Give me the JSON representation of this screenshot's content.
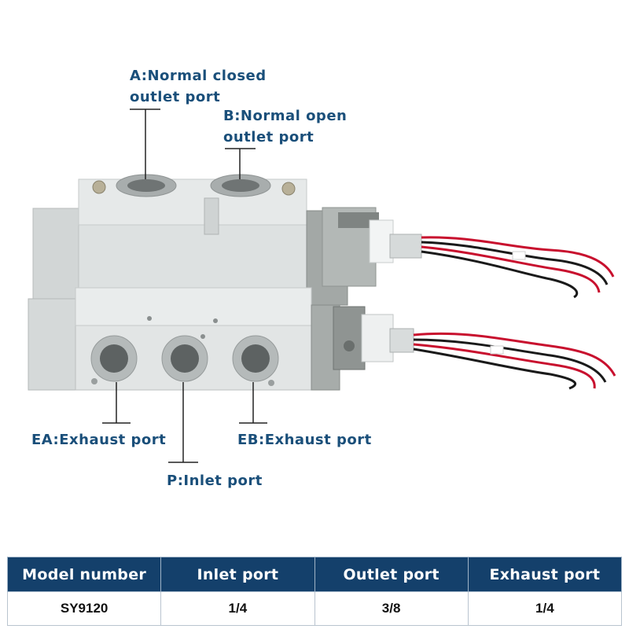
{
  "callouts": {
    "a": {
      "line1": "A:Normal closed",
      "line2": "outlet port"
    },
    "b": {
      "line1": "B:Normal open",
      "line2": "outlet port"
    },
    "ea": "EA:Exhaust port",
    "eb": "EB:Exhaust port",
    "p": "P:Inlet port"
  },
  "spec_table": {
    "headers": [
      "Model number",
      "Inlet port",
      "Outlet port",
      "Exhaust port"
    ],
    "rows": [
      [
        "SY9120",
        "1/4",
        "3/8",
        "1/4"
      ]
    ]
  },
  "colors": {
    "label_text": "#1a4f7a",
    "header_bg": "#14406b",
    "header_text": "#ffffff",
    "valve_body": "#dde1e1",
    "solenoid": "#9ea3a1",
    "wire_red": "#c8102e",
    "wire_black": "#1a1a1a"
  }
}
